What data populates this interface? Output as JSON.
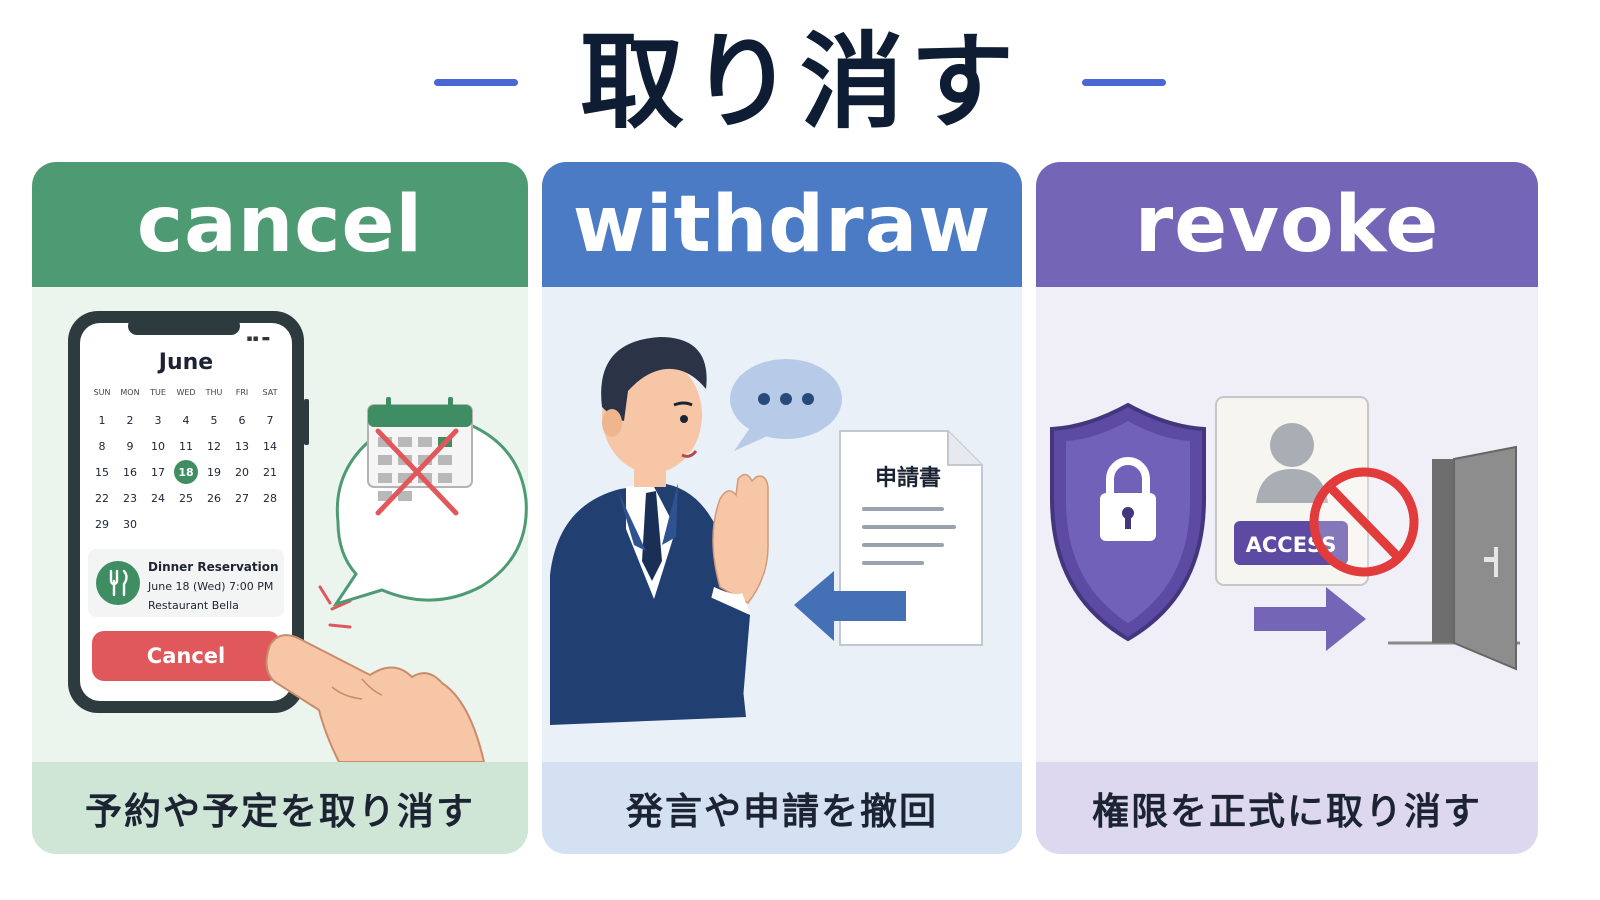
{
  "title": "取り消す",
  "colors": {
    "title_accent": "#4a67d6",
    "cancel": "#4e9b73",
    "withdraw": "#4a7bc4",
    "revoke": "#7565b6",
    "cancel_bg": "#ecf4ee",
    "withdraw_bg": "#eaf0f8",
    "revoke_bg": "#f0eef7",
    "cancel_foot": "#cfe6d7",
    "withdraw_foot": "#d3e1f3",
    "revoke_foot": "#ddd8ef",
    "danger": "#e0585c"
  },
  "panels": [
    {
      "word": "cancel",
      "caption": "予約や予定を取り消す",
      "phone": {
        "month": "June",
        "weekdays": [
          "SUN",
          "MON",
          "TUE",
          "WED",
          "THU",
          "FRI",
          "SAT"
        ],
        "weeks": [
          [
            "1",
            "2",
            "3",
            "4",
            "5",
            "6",
            "7"
          ],
          [
            "8",
            "9",
            "10",
            "11",
            "12",
            "13",
            "14"
          ],
          [
            "15",
            "16",
            "17",
            "18",
            "19",
            "20",
            "21"
          ],
          [
            "22",
            "23",
            "24",
            "25",
            "26",
            "27",
            "28"
          ],
          [
            "29",
            "30",
            "",
            "",
            "",
            "",
            ""
          ]
        ],
        "highlight_day": "18",
        "reservation": {
          "title": "Dinner Reservation",
          "datetime": "June 18 (Wed) 7:00 PM",
          "place": "Restaurant Bella"
        },
        "button": "Cancel"
      }
    },
    {
      "word": "withdraw",
      "caption": "発言や申請を撤回",
      "document_title": "申請書"
    },
    {
      "word": "revoke",
      "caption": "権限を正式に取り消す",
      "badge": "ACCESS"
    }
  ]
}
